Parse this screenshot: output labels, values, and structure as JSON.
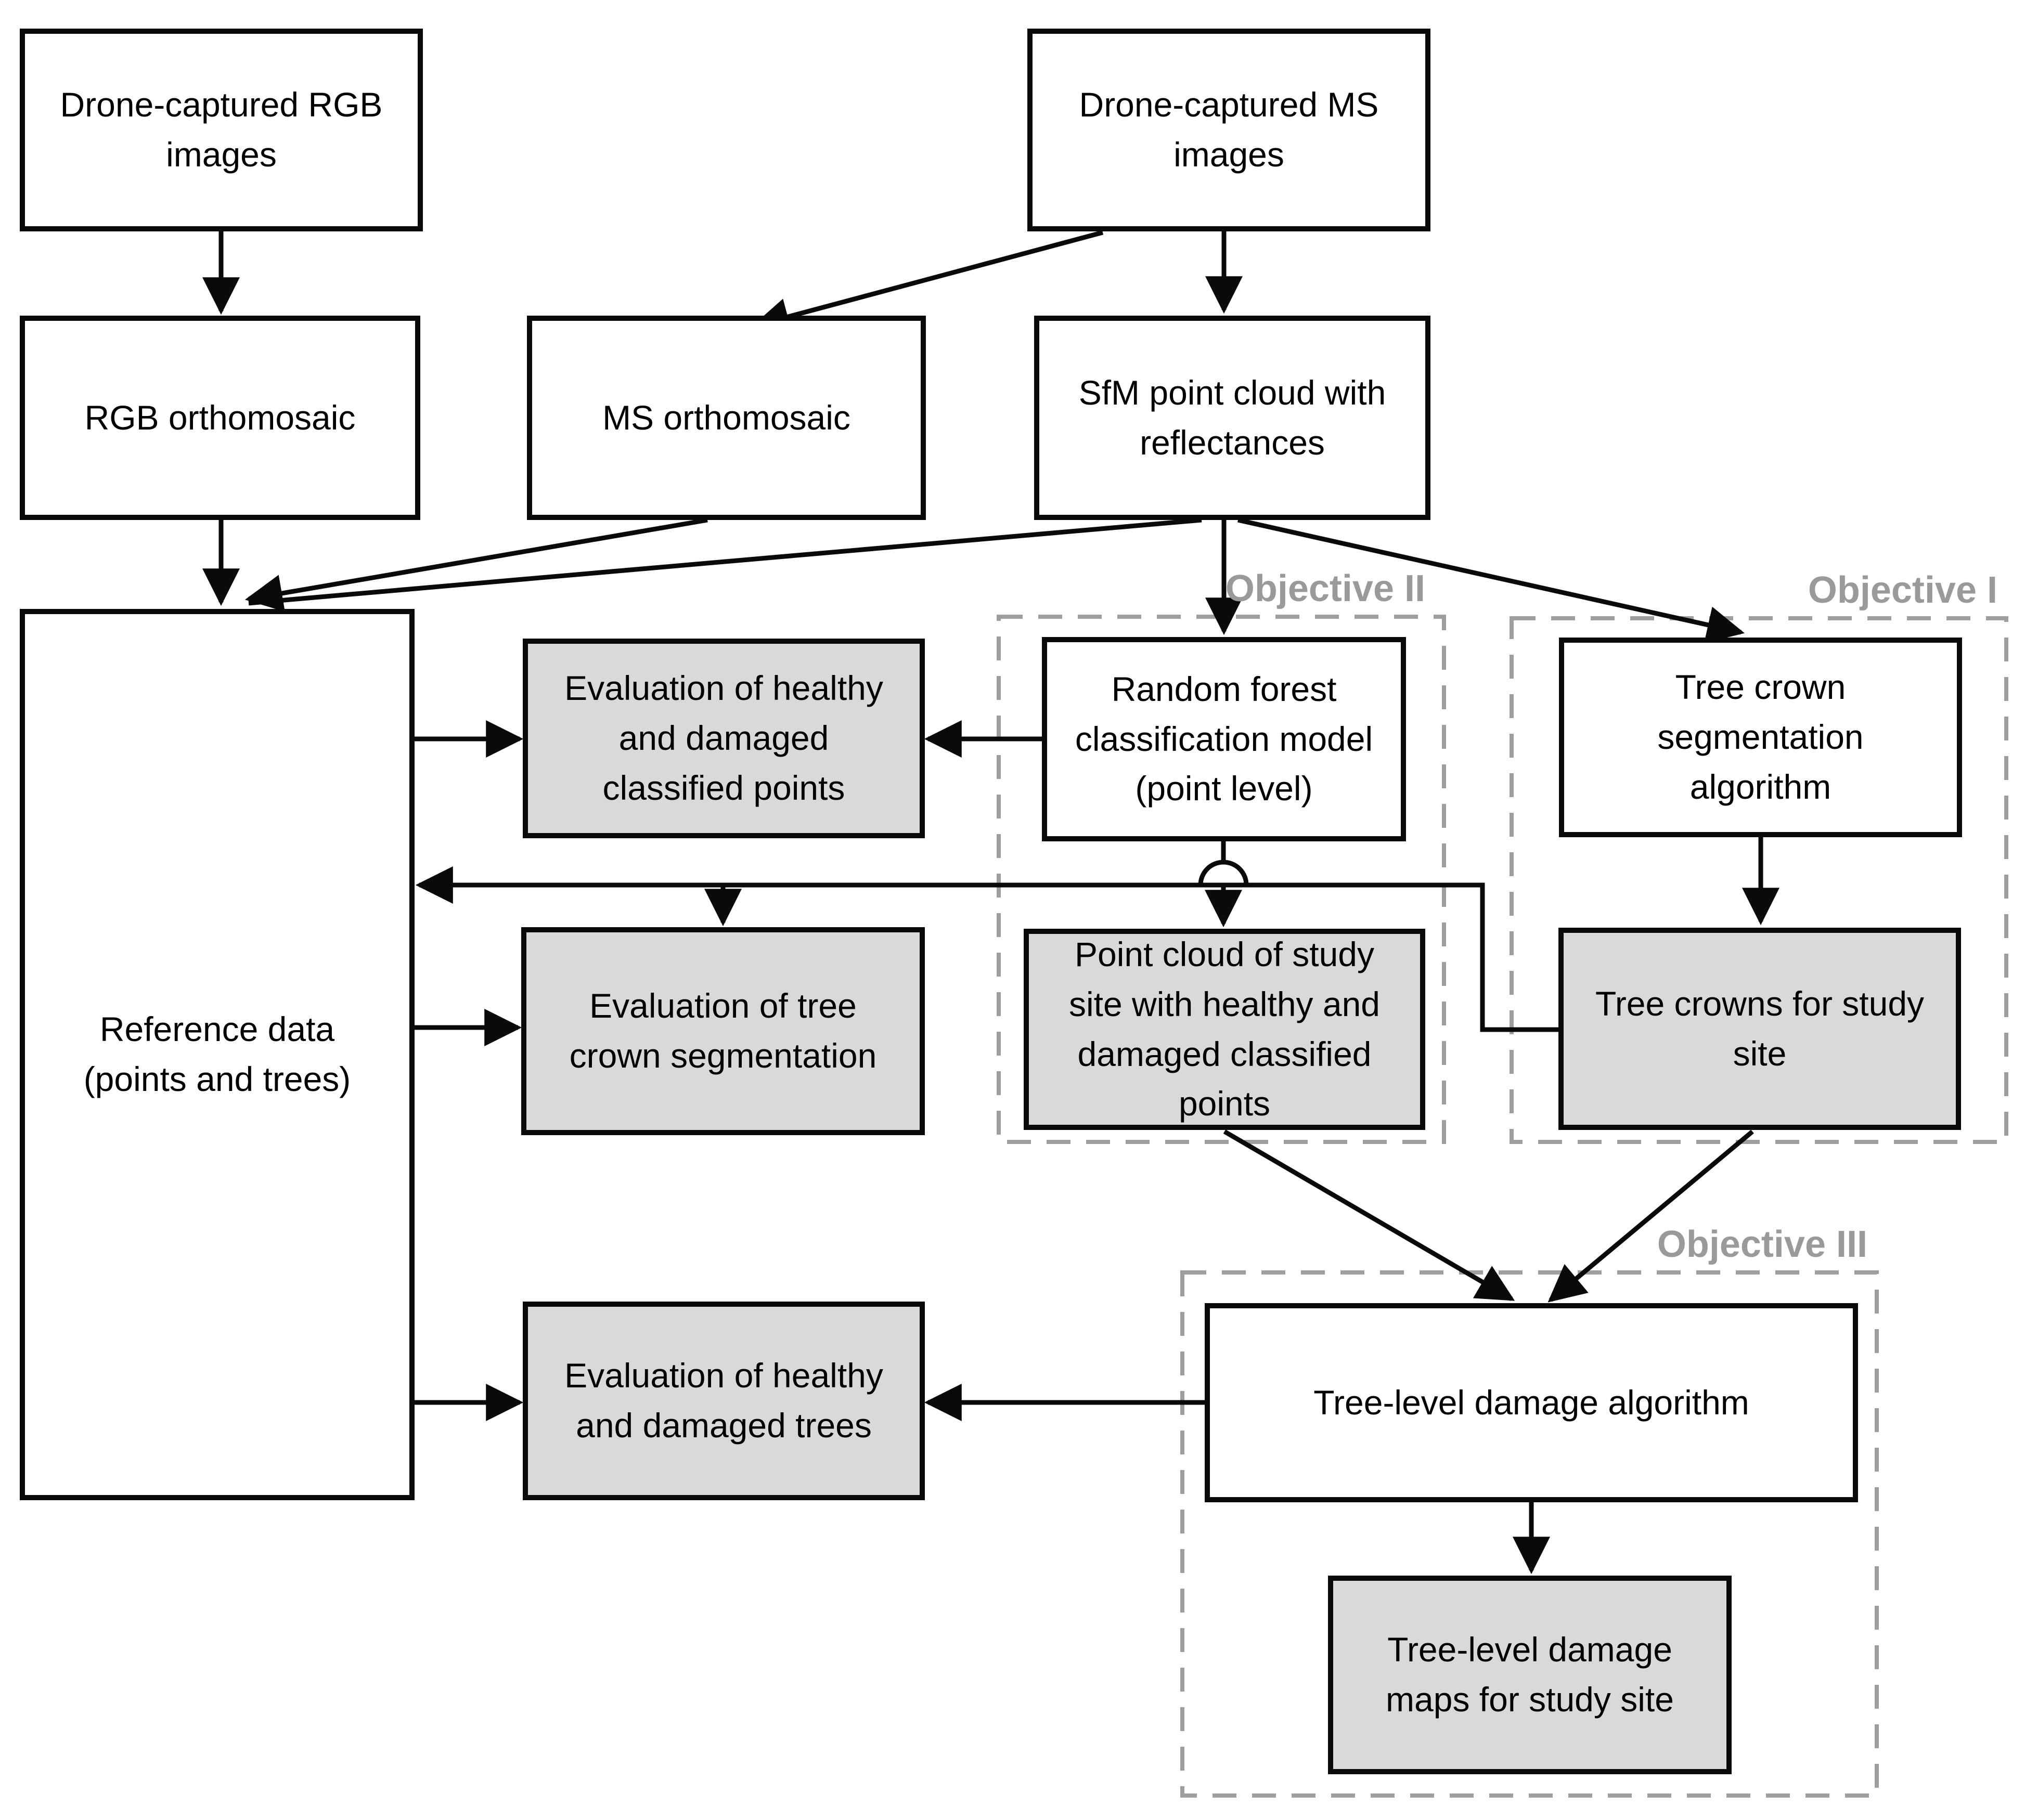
{
  "diagram": {
    "type": "flowchart",
    "background_color": "#ffffff",
    "colors": {
      "node_border": "#0a0a0a",
      "node_fill_white": "#ffffff",
      "node_fill_gray": "#d9d9d9",
      "connector": "#0a0a0a",
      "group_dash_gray": "#9e9e9e",
      "group_label_gray": "#9a9a9a"
    },
    "nodes": {
      "drone_rgb": {
        "label": "Drone-captured RGB\nimages",
        "fill": "white"
      },
      "drone_ms": {
        "label": "Drone-captured MS\nimages",
        "fill": "white"
      },
      "rgb_ortho": {
        "label": "RGB orthomosaic",
        "fill": "white"
      },
      "ms_ortho": {
        "label": "MS orthomosaic",
        "fill": "white"
      },
      "sfm": {
        "label": "SfM point cloud with\nreflectances",
        "fill": "white"
      },
      "reference": {
        "label": "Reference data\n(points and trees)",
        "fill": "white"
      },
      "eval_points": {
        "label": "Evaluation of healthy\nand damaged\nclassified points",
        "fill": "gray"
      },
      "random_forest": {
        "label": "Random forest\nclassification model\n(point level)",
        "fill": "white"
      },
      "crown_algo": {
        "label": "Tree crown\nsegmentation\nalgorithm",
        "fill": "white"
      },
      "eval_crown": {
        "label": "Evaluation of tree\ncrown segmentation",
        "fill": "gray"
      },
      "point_cloud_study": {
        "label": "Point cloud of study\nsite with healthy and\ndamaged classified\npoints",
        "fill": "gray"
      },
      "tree_crowns": {
        "label": "Tree crowns for study\nsite",
        "fill": "gray"
      },
      "eval_trees": {
        "label": "Evaluation of healthy\nand damaged trees",
        "fill": "gray"
      },
      "damage_algo": {
        "label": "Tree-level damage algorithm",
        "fill": "white"
      },
      "damage_maps": {
        "label": "Tree-level damage\nmaps for study site",
        "fill": "gray"
      }
    },
    "groups": {
      "objective1": {
        "label": "Objective I"
      },
      "objective2": {
        "label": "Objective II"
      },
      "objective3": {
        "label": "Objective III"
      }
    },
    "edges": [
      "drone_rgb -> rgb_ortho",
      "drone_ms -> ms_ortho",
      "drone_ms -> sfm",
      "rgb_ortho -> reference",
      "ms_ortho -> reference",
      "sfm -> reference",
      "sfm -> random_forest",
      "sfm -> crown_algo",
      "reference -> eval_points",
      "random_forest -> eval_points",
      "random_forest -> point_cloud_study",
      "crown_algo -> tree_crowns",
      "tree_crowns -> reference",
      "tree_crowns -> eval_crown",
      "reference -> eval_crown",
      "reference -> eval_trees",
      "point_cloud_study -> damage_algo",
      "tree_crowns -> damage_algo",
      "damage_algo -> eval_trees",
      "damage_algo -> damage_maps"
    ]
  }
}
